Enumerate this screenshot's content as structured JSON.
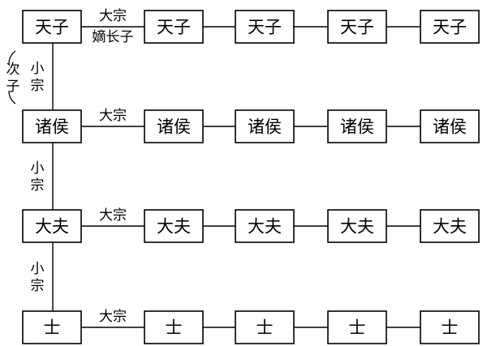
{
  "rows": [
    {
      "name": "tianzi",
      "nodes": [
        "天子",
        "天子",
        "天子",
        "天子",
        "天子"
      ],
      "first_edge_label_top": "大宗",
      "first_edge_label_bottom": "嫡长子"
    },
    {
      "name": "zhuhou",
      "nodes": [
        "诸侯",
        "诸侯",
        "诸侯",
        "诸侯",
        "诸侯"
      ],
      "first_edge_label_top": "大宗"
    },
    {
      "name": "dafu",
      "nodes": [
        "大夫",
        "大夫",
        "大夫",
        "大夫",
        "大夫"
      ],
      "first_edge_label_top": "大宗"
    },
    {
      "name": "shi",
      "nodes": [
        "士",
        "士",
        "士",
        "士",
        "士"
      ],
      "first_edge_label_top": "大宗"
    }
  ],
  "vertical_links": [
    {
      "label_lines": [
        "小",
        "宗"
      ],
      "side_lines": [
        "次",
        "子"
      ]
    },
    {
      "label_lines": [
        "小",
        "宗"
      ]
    },
    {
      "label_lines": [
        "小",
        "宗"
      ]
    }
  ]
}
